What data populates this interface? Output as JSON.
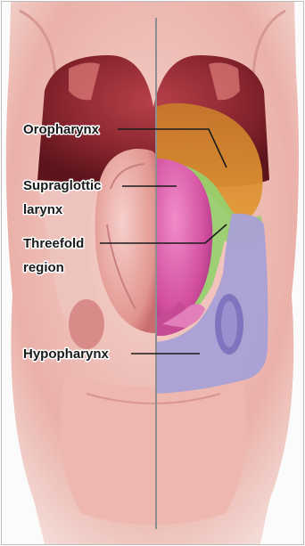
{
  "figure": {
    "labels": {
      "oropharynx": "Oropharynx",
      "supraglottic_line1": "Supraglottic",
      "supraglottic_line2": "larynx",
      "threefold_line1": "Threefold",
      "threefold_line2": "region",
      "hypopharynx": "Hypopharynx"
    },
    "colors": {
      "background": "#fbfbfb",
      "tissue_light": "#f2c9c3",
      "tissue_mid": "#e8a8a0",
      "cavity_dark": "#7a1e26",
      "oropharynx_orange": "#d98a2b",
      "supraglottic_pink": "#d95aa6",
      "threefold_green": "#96cf6e",
      "hypopharynx_lavender": "#a9a0d6",
      "midline": "#8e8e8e",
      "leader_line": "#1a1a1a"
    }
  }
}
